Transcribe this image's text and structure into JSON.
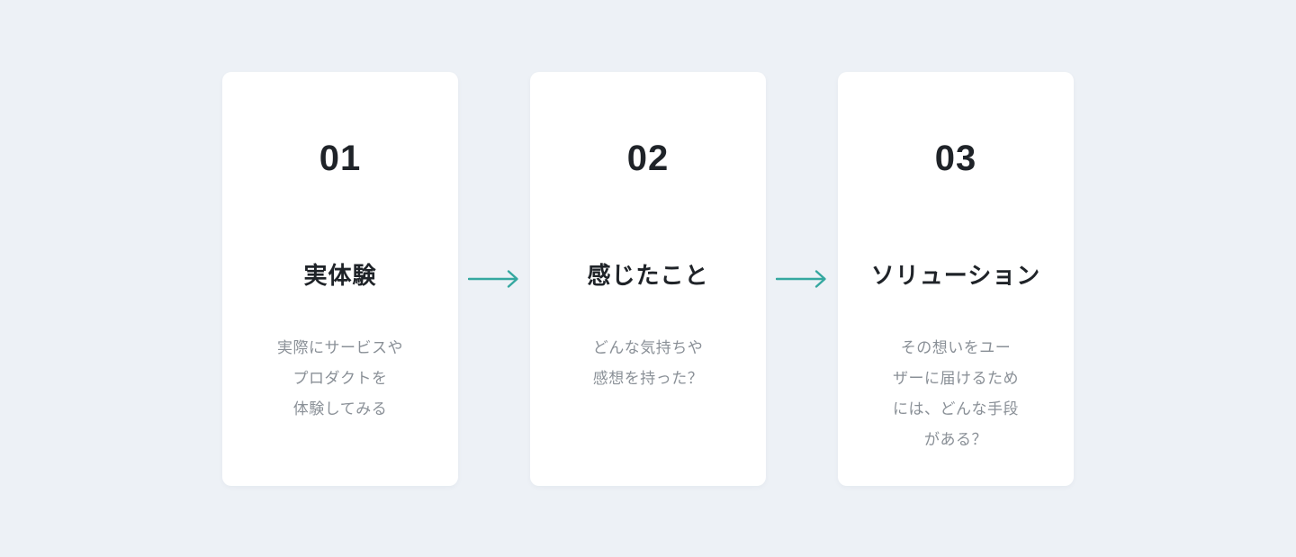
{
  "page": {
    "background_color": "#edf1f6",
    "card_color": "#ffffff",
    "text_color": "#1f2328",
    "muted_text_color": "#8a9097",
    "arrow_color": "#35a8a0"
  },
  "steps": [
    {
      "number": "01",
      "title": "実体験",
      "description": "実際にサービスや\nプロダクトを\n体験してみる"
    },
    {
      "number": "02",
      "title": "感じたこと",
      "description": "どんな気持ちや\n感想を持った？"
    },
    {
      "number": "03",
      "title": "ソリューション",
      "description": "その想いをユー\nザーに届けるため\nには、どんな手段\nがある？"
    }
  ]
}
